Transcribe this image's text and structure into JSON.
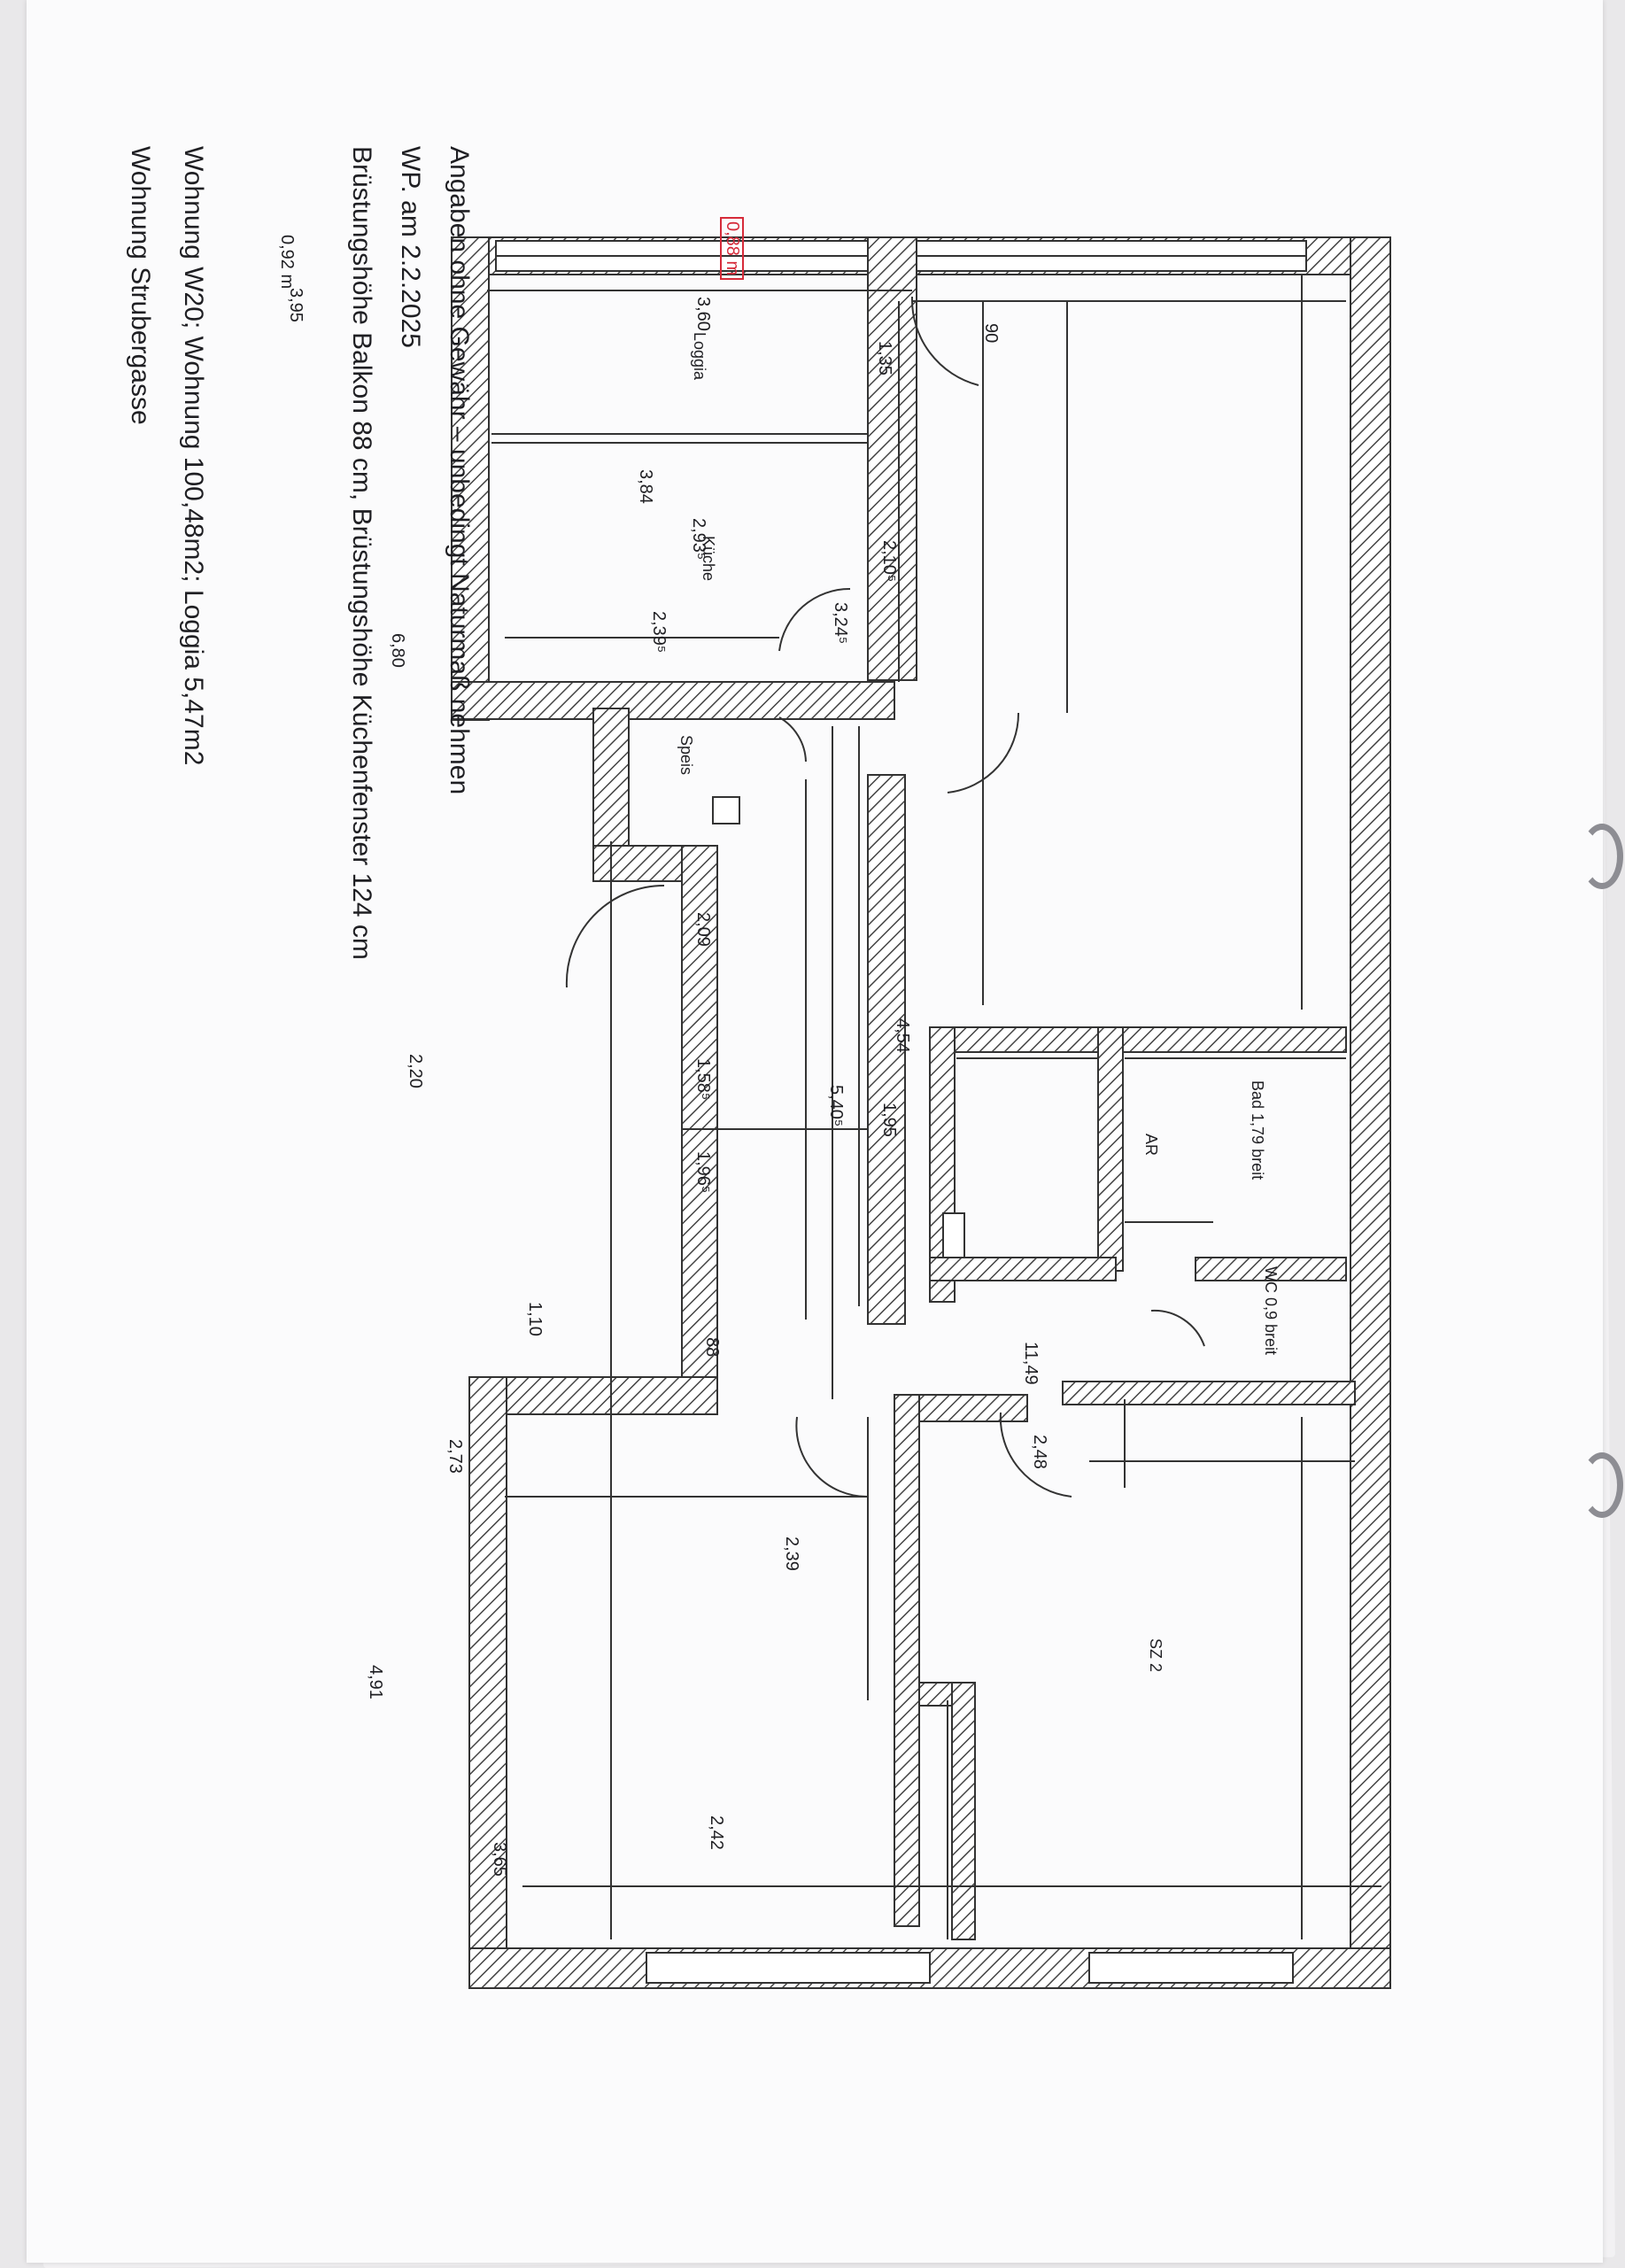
{
  "notes": {
    "title": "Wohnung Strubergasse",
    "summary": "Wohnung W20; Wohnung 100,48m2; Loggia 5,47m2",
    "sill": "Brüstungshöhe Balkon 88 cm, Brüstungshöhe Küchenfenster 124 cm",
    "date": "WP. am 2.2.2025",
    "disclaimer": "Angaben ohne Gewähr – unbedingt Naturmaß nehmen"
  },
  "plan": {
    "rooms": {
      "loggia": "Loggia",
      "kueche": "Küche",
      "speis": "Speis",
      "bad": "Bad 1,79 breit",
      "wc": "WC 0,9 breit",
      "ar": "AR",
      "sz": "SZ 2"
    },
    "dims": {
      "d092": "0,92 m",
      "d088": "0,88 m",
      "d360": "3,60",
      "d395": "3,95",
      "d135": "1,35",
      "d90": "90",
      "d384": "3,84",
      "d2935": "2,93⁵",
      "d2105": "2,10⁵",
      "d3245": "3,24⁵",
      "d2395": "2,39⁵",
      "d680": "6,80",
      "d209": "2,09",
      "d454": "4,54",
      "d5405": "5,40⁵",
      "d195": "1,95",
      "d1585": "1,58⁵",
      "d1965": "1,96⁵",
      "d220": "2,20",
      "d110": "1,10",
      "d88": "88",
      "d1149": "11,49",
      "d248": "2,48",
      "d239": "2,39",
      "d273": "2,73",
      "d491": "4,91",
      "d242": "2,42",
      "d365": "3,65"
    },
    "highlight_color": "#d62b3a"
  }
}
